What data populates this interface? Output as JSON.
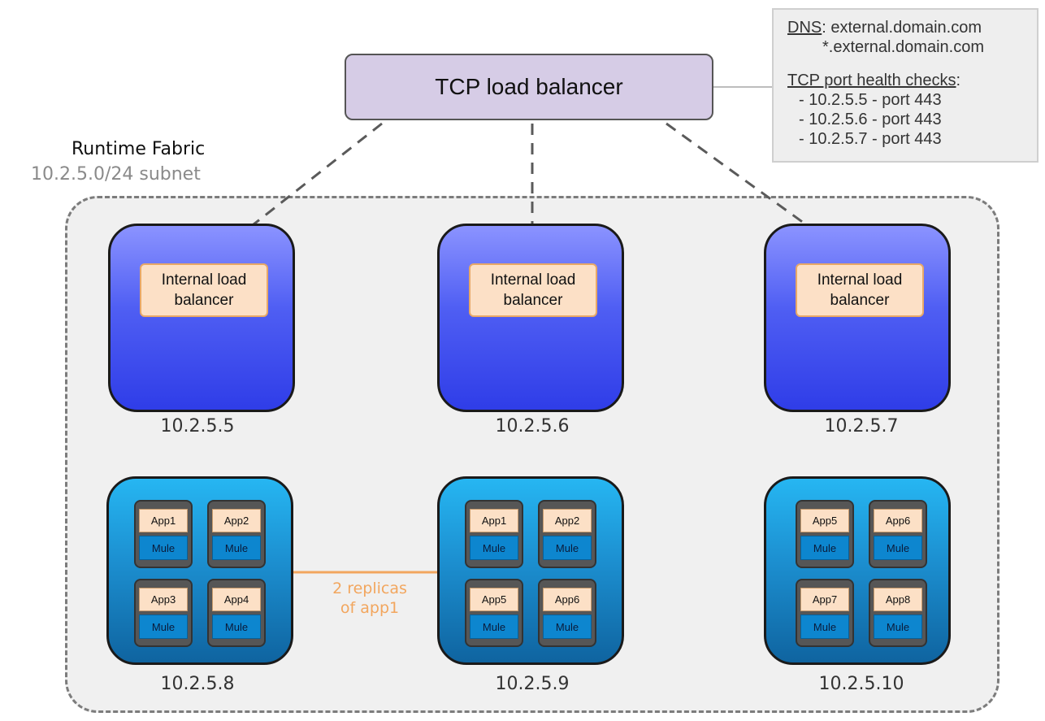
{
  "tcp_lb": {
    "label": "TCP load balancer"
  },
  "info": {
    "dns_label": "DNS",
    "dns_primary": "external.domain.com",
    "dns_wildcard": "*.external.domain.com",
    "health_label": "TCP port health checks",
    "health_checks": [
      "- 10.2.5.5 - port 443",
      "- 10.2.5.6 - port 443",
      "- 10.2.5.7 - port 443"
    ]
  },
  "fabric": {
    "title": "Runtime Fabric",
    "subnet": "10.2.5.0/24 subnet"
  },
  "lb_nodes": [
    {
      "ip": "10.2.5.5",
      "lb_label": [
        "Internal load",
        "balancer"
      ]
    },
    {
      "ip": "10.2.5.6",
      "lb_label": [
        "Internal load",
        "balancer"
      ]
    },
    {
      "ip": "10.2.5.7",
      "lb_label": [
        "Internal load",
        "balancer"
      ]
    }
  ],
  "worker_nodes": [
    {
      "ip": "10.2.5.8",
      "apps": [
        {
          "name": "App1",
          "runtime": "Mule"
        },
        {
          "name": "App2",
          "runtime": "Mule"
        },
        {
          "name": "App3",
          "runtime": "Mule"
        },
        {
          "name": "App4",
          "runtime": "Mule"
        }
      ]
    },
    {
      "ip": "10.2.5.9",
      "apps": [
        {
          "name": "App1",
          "runtime": "Mule"
        },
        {
          "name": "App2",
          "runtime": "Mule"
        },
        {
          "name": "App5",
          "runtime": "Mule"
        },
        {
          "name": "App6",
          "runtime": "Mule"
        }
      ]
    },
    {
      "ip": "10.2.5.10",
      "apps": [
        {
          "name": "App5",
          "runtime": "Mule"
        },
        {
          "name": "App6",
          "runtime": "Mule"
        },
        {
          "name": "App7",
          "runtime": "Mule"
        },
        {
          "name": "App8",
          "runtime": "Mule"
        }
      ]
    }
  ],
  "replica_note": [
    "2 replicas",
    "of app1"
  ],
  "colors": {
    "lb_node_top": "#8b93ff",
    "lb_node_bottom": "#2f3de8",
    "worker_top": "#26b6f2",
    "worker_bottom": "#0f64a0",
    "internal_lb_fill": "#fce0c6",
    "replica_line": "#f2a65e",
    "tcp_lb_fill": "#d6cce6"
  }
}
